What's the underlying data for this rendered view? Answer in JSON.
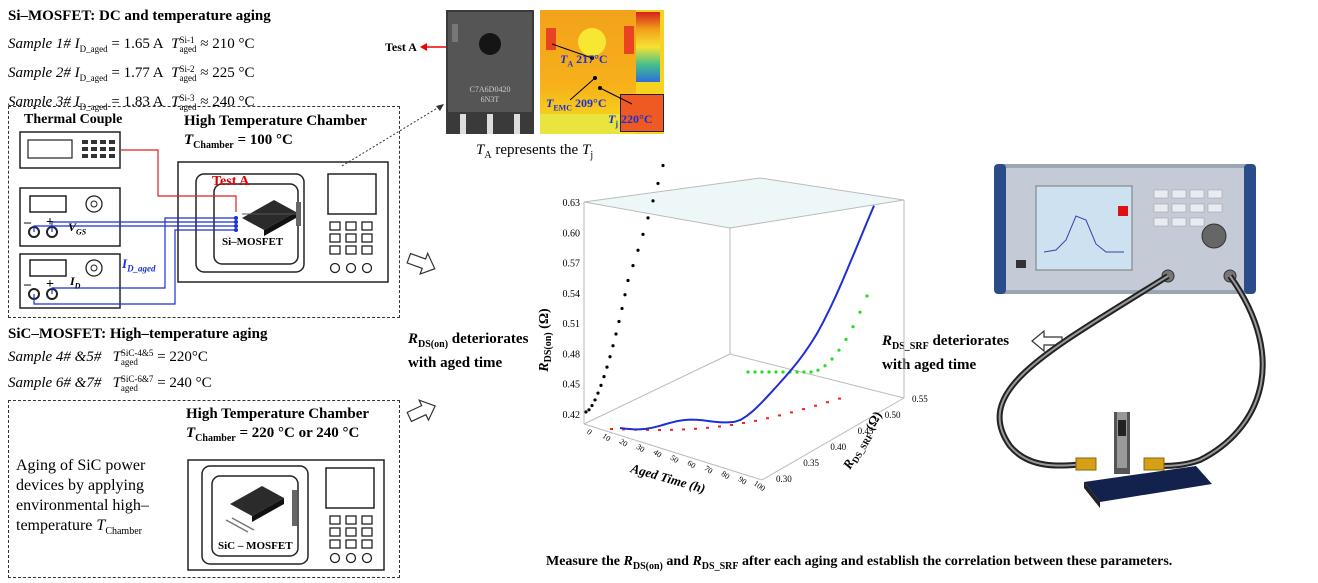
{
  "si": {
    "title": "Si–MOSFET:  DC and temperature aging",
    "samples": [
      {
        "label": "Sample 1#",
        "current": "= 1.65 A",
        "sup": "Si-1",
        "temp": "≈ 210 °C"
      },
      {
        "label": "Sample 2#",
        "current": "= 1.77 A",
        "sup": "Si-2",
        "temp": "≈ 225 °C"
      },
      {
        "label": "Sample 3#",
        "current": "= 1.83 A",
        "sup": "Si-3",
        "temp": "≈ 240 °C"
      }
    ],
    "i_prefix": "I",
    "i_sub": "D_aged",
    "t_prefix": "T",
    "t_sub": "aged",
    "thermal_couple": "Thermal Couple",
    "chamber_title": "High Temperature Chamber",
    "chamber_temp": "= 100 °C",
    "chamber_T_sub": "Chamber",
    "test_a": "Test A",
    "device": "Si–MOSFET",
    "vgs": "V",
    "vgs_sub": "GS",
    "id": "I",
    "id_sub": "D",
    "id_aged": "I",
    "id_aged_sub": "D_aged"
  },
  "sic": {
    "title": "SiC–MOSFET:  High–temperature aging",
    "samples": [
      {
        "label": "Sample 4# &5#",
        "sup": "SiC-4&5",
        "temp": "= 220°C"
      },
      {
        "label": "Sample 6# &7#",
        "sup": "SiC-6&7",
        "temp": "= 240 °C"
      }
    ],
    "chamber_title": "High Temperature Chamber",
    "chamber_temp": "= 220 °C or 240 °C",
    "desc_lines": [
      "Aging of SiC power",
      "devices by applying",
      "environmental high–",
      "temperature"
    ],
    "desc_T_sub": "Chamber",
    "device": "SiC – MOSFET"
  },
  "photo": {
    "test_a": "Test A",
    "ta": "217°C",
    "temc": "209°C",
    "tj": "220°C",
    "ta_sub": "A",
    "temc_sub": "EMC",
    "tj_sub": "j",
    "caption_a": "represents the",
    "caption_T": "T",
    "caption_sub_a": "A",
    "caption_sub_j": "j",
    "chip_text_1": "C7A6D0420",
    "chip_text_2": "6N3T"
  },
  "labels": {
    "rds_on_text": "deteriorates",
    "rds_on_text2": "with aged time",
    "rds_srf_text": "deteriorates",
    "rds_srf_text2": "with aged time",
    "R": "R",
    "rds_on_sub": "DS(on)",
    "rds_srf_sub": "DS_SRF",
    "bottom_1": "Measure the",
    "bottom_2": "and",
    "bottom_3": "after each aging and establish the correlation between these parameters."
  },
  "chart_data": {
    "type": "scatter",
    "xlabel": "Aged Time (h)",
    "ylabel": "R_DS_SRF (Ω)",
    "zlabel": "R_DS(on) (Ω)",
    "z_ticks": [
      "0.42",
      "0.45",
      "0.48",
      "0.51",
      "0.54",
      "0.57",
      "0.60",
      "0.63"
    ],
    "x_ticks": [
      "0",
      "10",
      "20",
      "30",
      "40",
      "50",
      "60",
      "70",
      "80",
      "90",
      "100"
    ],
    "y_ticks": [
      "0.30",
      "0.35",
      "0.40",
      "0.45",
      "0.50",
      "0.55"
    ],
    "series": [
      {
        "color": "#000000",
        "marker": "dot"
      },
      {
        "color": "#ff0000",
        "marker": "dot"
      },
      {
        "color": "#00dd00",
        "marker": "dot"
      },
      {
        "color": "#1f2fd6",
        "marker": "line"
      }
    ]
  },
  "colors": {
    "blue": "#1f2fd6",
    "red": "#e00000",
    "green": "#22dd22"
  }
}
